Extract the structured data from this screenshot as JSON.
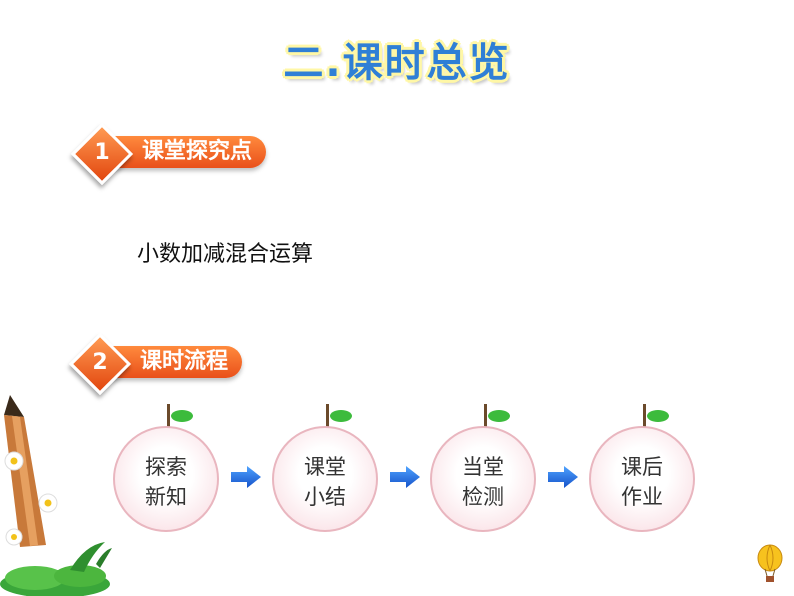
{
  "title": "二.课时总览",
  "sections": [
    {
      "number": "1",
      "label": "课堂探究点"
    },
    {
      "number": "2",
      "label": "课时流程"
    }
  ],
  "content": "小数加减混合运算",
  "flow": [
    {
      "line1": "探索",
      "line2": "新知"
    },
    {
      "line1": "课堂",
      "line2": "小结"
    },
    {
      "line1": "当堂",
      "line2": "检测"
    },
    {
      "line1": "课后",
      "line2": "作业"
    }
  ],
  "colors": {
    "accent": "#e9501a",
    "title": "#2f7fd6",
    "arrow": "#1e6fe0",
    "leaf": "#3cbb3c"
  },
  "icons": [
    "pencil-decoration-icon",
    "daisy-flower-icon",
    "grass-icon",
    "hot-air-balloon-icon",
    "right-arrow-icon",
    "apple-stem-icon"
  ]
}
